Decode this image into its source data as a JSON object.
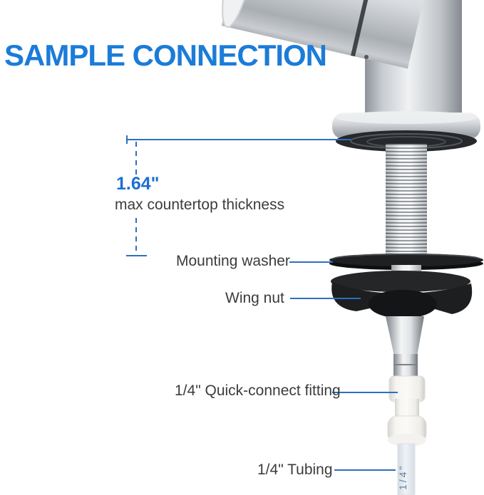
{
  "title": "SAMPLE CONNECTION",
  "dimension": {
    "value": "1.64\"",
    "label": "max countertop thickness"
  },
  "callouts": {
    "mounting_washer": "Mounting washer",
    "wing_nut": "Wing nut",
    "quick_connect_fitting": "1/4\" Quick-connect fitting",
    "tubing": "1/4\" Tubing"
  },
  "tube_print": "1/4\"",
  "colors": {
    "heading_blue": "#1b7cd8",
    "dimension_blue": "#1e6fd0",
    "leader_line_blue": "#2e6fc0",
    "label_text": "#3c3c3c"
  }
}
